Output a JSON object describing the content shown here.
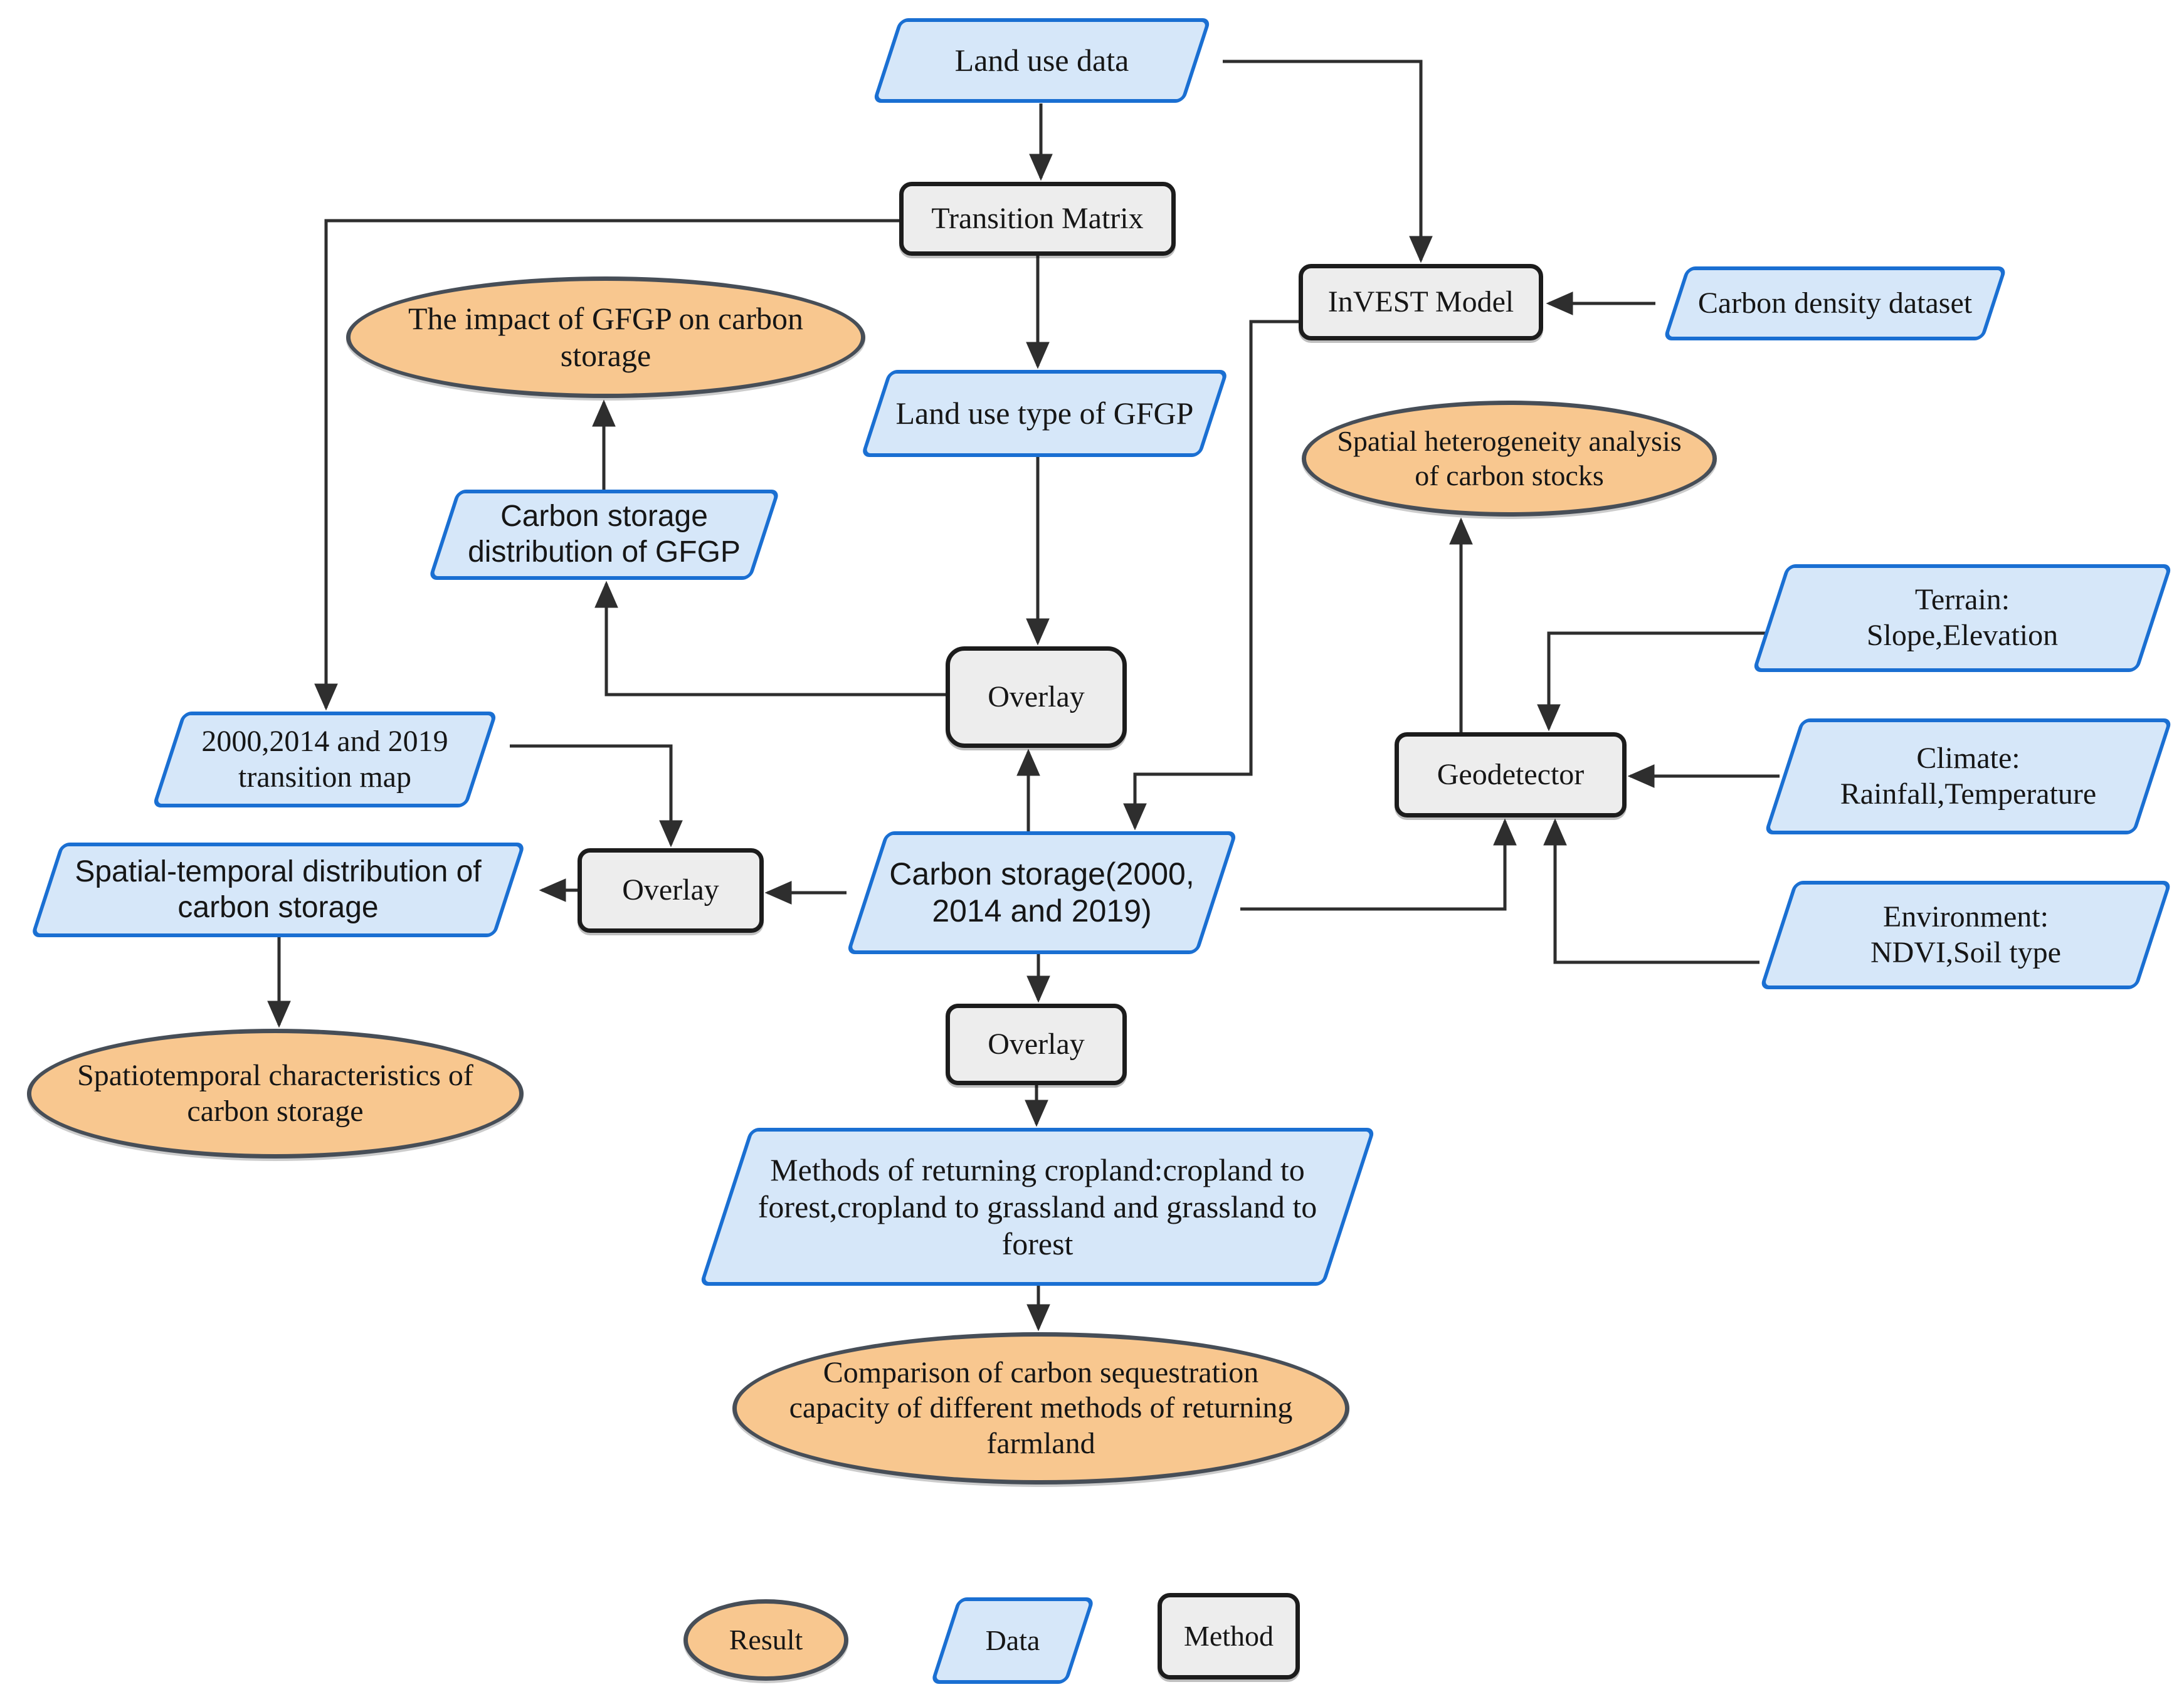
{
  "diagram": {
    "nodes": {
      "land_use_data": {
        "label": "Land use data",
        "type": "data"
      },
      "transition_matrix": {
        "label": "Transition Matrix",
        "type": "method"
      },
      "invest_model": {
        "label": "InVEST Model",
        "type": "method"
      },
      "carbon_density_dataset": {
        "label": "Carbon density dataset",
        "type": "data"
      },
      "impact_gfgp": {
        "label": "The impact of GFGP on carbon\nstorage",
        "type": "result"
      },
      "land_use_type_gfgp": {
        "label": "Land use type of GFGP",
        "type": "data"
      },
      "spatial_heterogeneity": {
        "label": "Spatial heterogeneity analysis\nof carbon stocks",
        "type": "result"
      },
      "carbon_storage_dist_gfgp": {
        "label": "Carbon storage\ndistribution of GFGP",
        "type": "data"
      },
      "terrain": {
        "label": "Terrain:\nSlope,Elevation",
        "type": "data"
      },
      "overlay_center": {
        "label": "Overlay",
        "type": "method"
      },
      "geodetector": {
        "label": "Geodetector",
        "type": "method"
      },
      "climate": {
        "label": "Climate:\nRainfall,Temperature",
        "type": "data"
      },
      "transition_map": {
        "label": "2000,2014 and 2019\ntransition map",
        "type": "data"
      },
      "environment": {
        "label": "Environment:\nNDVI,Soil type",
        "type": "data"
      },
      "spatial_temporal_dist": {
        "label": "Spatial-temporal distribution of\ncarbon storage",
        "type": "data"
      },
      "overlay_left": {
        "label": "Overlay",
        "type": "method"
      },
      "carbon_storage_years": {
        "label": "Carbon storage(2000,\n2014 and 2019)",
        "type": "data"
      },
      "overlay_bottom": {
        "label": "Overlay",
        "type": "method"
      },
      "spatiotemporal_characteristics": {
        "label": "Spatiotemporal characteristics of\ncarbon storage",
        "type": "result"
      },
      "methods_returning": {
        "label": "Methods of returning cropland:cropland to\nforest,cropland to grassland and grassland to\nforest",
        "type": "data"
      },
      "comparison": {
        "label": "Comparison of carbon sequestration\ncapacity of different methods of returning\nfarmland",
        "type": "result"
      }
    },
    "legend": {
      "result": "Result",
      "data": "Data",
      "method": "Method"
    },
    "colors": {
      "data_fill": "#d6e7f9",
      "data_border": "#1a6fd2",
      "method_fill": "#ededed",
      "method_border": "#1c1c1c",
      "result_fill": "#f8c78f",
      "result_border": "#474e57",
      "line_color": "#2e2e2e",
      "text_color": "#161616"
    }
  }
}
